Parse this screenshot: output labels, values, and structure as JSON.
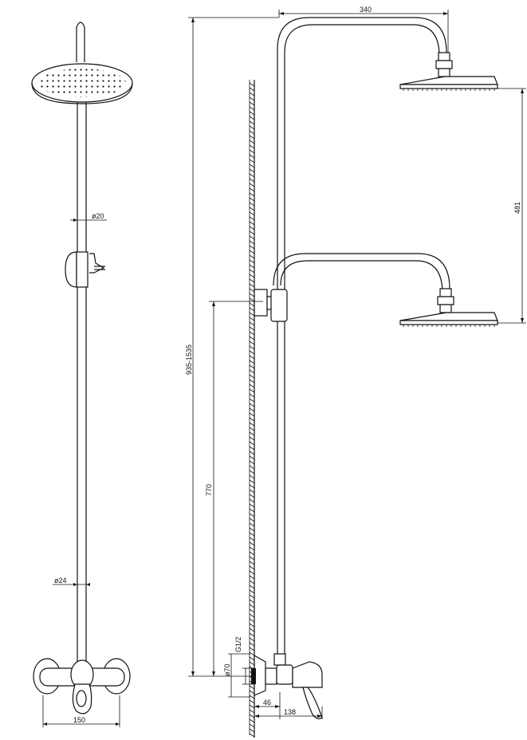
{
  "dimensions": {
    "top_arm_width": "340",
    "head_drop": "481",
    "height_range": "935-1535",
    "bracket_height": "770",
    "rail_pipe_diameter": "ø20",
    "lower_pipe_diameter": "ø24",
    "mixer_width": "150",
    "inlet_thread": "G1/2",
    "flange_diameter": "ø70",
    "wall_offset": "46",
    "mixer_depth": "138"
  }
}
